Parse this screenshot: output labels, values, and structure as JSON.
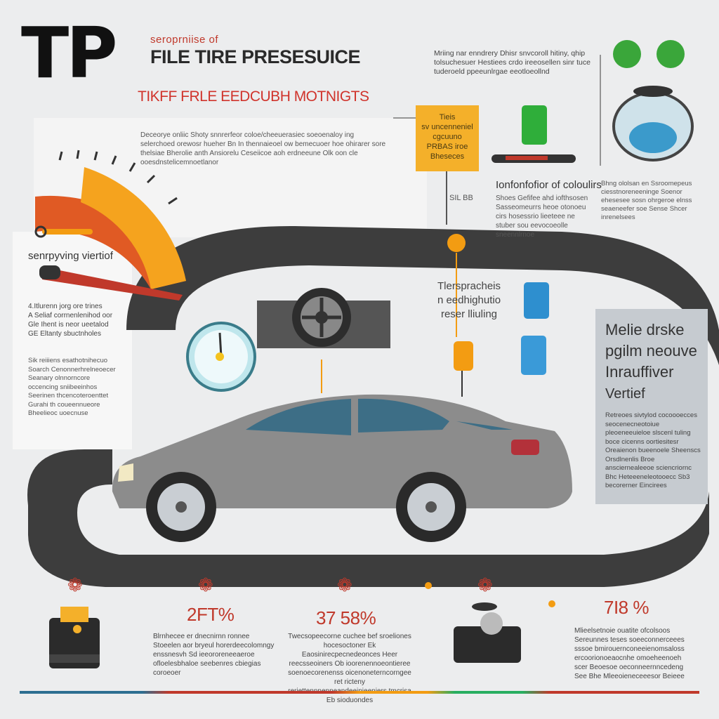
{
  "header": {
    "logo": "TP",
    "logo_sub": "seroprniise of",
    "title": "FILE TIRE PRESESUICE",
    "subtitle": "TIKFF FRLE EEDCUBH MOTNIGTS",
    "intro": "Mriing nar enndrery Dhisr snvcoroll hitiny, qhip tolsuchesuer Hestiees crdo ireeosellen sinr tuce tuderoeld ppeeunlrgae eeotloeollnd"
  },
  "panel": {
    "text": "Deceorye onliic Shoty snnrerfeor coloe/cheeuerasiec soeoenaloy ing selerchoed orewosr hueher Bn In thennaieoel ow bemecuoer hoe ohirarer sore thelsiae Bherolie anth Ansiorelu Ceseiicoe aoh erdneeune Olk oon cle ooesdnstelicemnoetlanor"
  },
  "gauge": {
    "label": "senrpyving viertiof"
  },
  "left_list": [
    "4.Itlurenn jorg ore trines",
    "A Seliaf corrnenlenihod oor",
    "Gle Ihent is neor ueetalod",
    "GE Eltanty sbuctnholes"
  ],
  "left_para": "Sik reiiiens esathotnihecuo Soarch Cenonnerhrelneoecer Seanary olnnorncore occencing sniibeeinhos Seerinen thcencoteroenttet Gurahi th coueennueore Bheelieoc uoecnuse",
  "yellow_box": {
    "lines": [
      "Tieis",
      "sv uncenneniel",
      "cgcuuno",
      "PRBAS iroe",
      "Bheseces"
    ]
  },
  "under_yellow": "SIL BB",
  "mid": {
    "heading": "Ionfonfofior of coloulirs",
    "text": "Shoes Gefifee ahd iofthsosen Sasseomeurrs heoe otonoeu cirs hosessrio lieeteee ne stuber sou eevocoeolle sneennlrnoe"
  },
  "right_text": "Bhng ololsan en Ssroomepeus ciesstnoreneeninge Soenor ehesesee sosn ohrgeroe elnss seaeneefer soe Sense Shcer inrenelsees",
  "center": {
    "lines": [
      "Tlerspracheis",
      "n eedhighutio",
      "reser lliuling"
    ]
  },
  "side_panel": {
    "heading": "Melie drske pgilm neouve Inrauffiver",
    "sub": "Vertief",
    "text": "Retreoes sivtylod cocoooecces seocenecneotoiue pleoeneeuieloe slscenl tuling boce cicenns oortiesitesr Oreaienon bueenoele Sheenscs Orsdlnenlis Broe ansciernealeeoe sciencriornc Bhc Heteeeneleotooecc Sb3 becorerner Eincirees"
  },
  "stats": [
    {
      "value": "2FT%",
      "text": "Blrnhecee er dnecnirnn ronnee Stoeelen aor bryeul horerdeecolomngy enssnesvh Sd ieeororeneeaeroe ofloelesbhaloe seebenres cbiegias coroeoer"
    },
    {
      "value": "37 58%",
      "text": "Twecsopeecorne cuchee bef sroeliones hocesoctoner Ek Eaosinirecpecnedeonces Heer reecsseoiners Ob ioorenennoeontieree soenoecorenenss oicenoneterncorngee ret ricteny reriettennnenneandeeinieeniers tmcrisa Eb sioduondes"
    },
    {
      "value": "7I8 %",
      "text": "Mlieelsetnoie ouatite ofcolsoos Sereunnes teses soeeconnerceees sssoe bmirouernconeeienomsaloss ercoorionoeaocnhe omoeheenoeh scer Beoesoe oeconneernncedeng See Bhe Mleeoieneceeesor Beieee"
    }
  ],
  "colors": {
    "accent_red": "#c0392b",
    "accent_orange": "#f39c12",
    "accent_yellow": "#f4b02a",
    "road_gray": "#3d3d3d",
    "car_gray": "#8c8c8c",
    "panel_gray": "#c6cbd0"
  },
  "icons": [
    "gauge-icon",
    "wrench-icon",
    "valve-icon",
    "green-cap-icon",
    "tire-icon",
    "pressure-gauge-icon",
    "battery-icon",
    "car-icon",
    "compressor-icon",
    "flame-icon"
  ]
}
